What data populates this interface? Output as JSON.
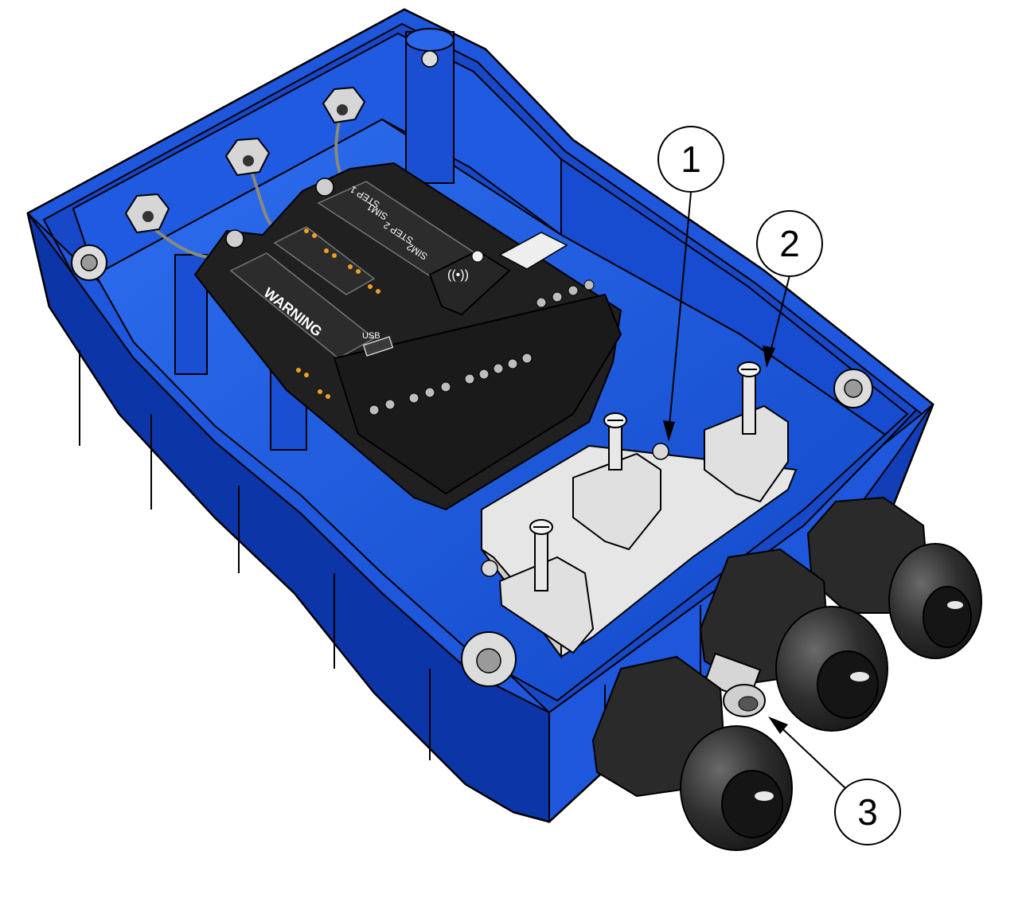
{
  "figure": {
    "callouts": [
      {
        "id": "1",
        "label": "1"
      },
      {
        "id": "2",
        "label": "2"
      },
      {
        "id": "3",
        "label": "3"
      }
    ],
    "board": {
      "warning": "WARNING",
      "sim1": "SIM1",
      "sim2": "SIM2",
      "step1": "STEP 1",
      "step2": "STEP 2",
      "usb": "USB"
    },
    "colors": {
      "enclosure": "#1a49c9",
      "enclosure_dark": "#0a2a8c",
      "board": "#1d1d1d",
      "terminal": "#e2e2e2",
      "gland": "#2b2b2b"
    }
  }
}
